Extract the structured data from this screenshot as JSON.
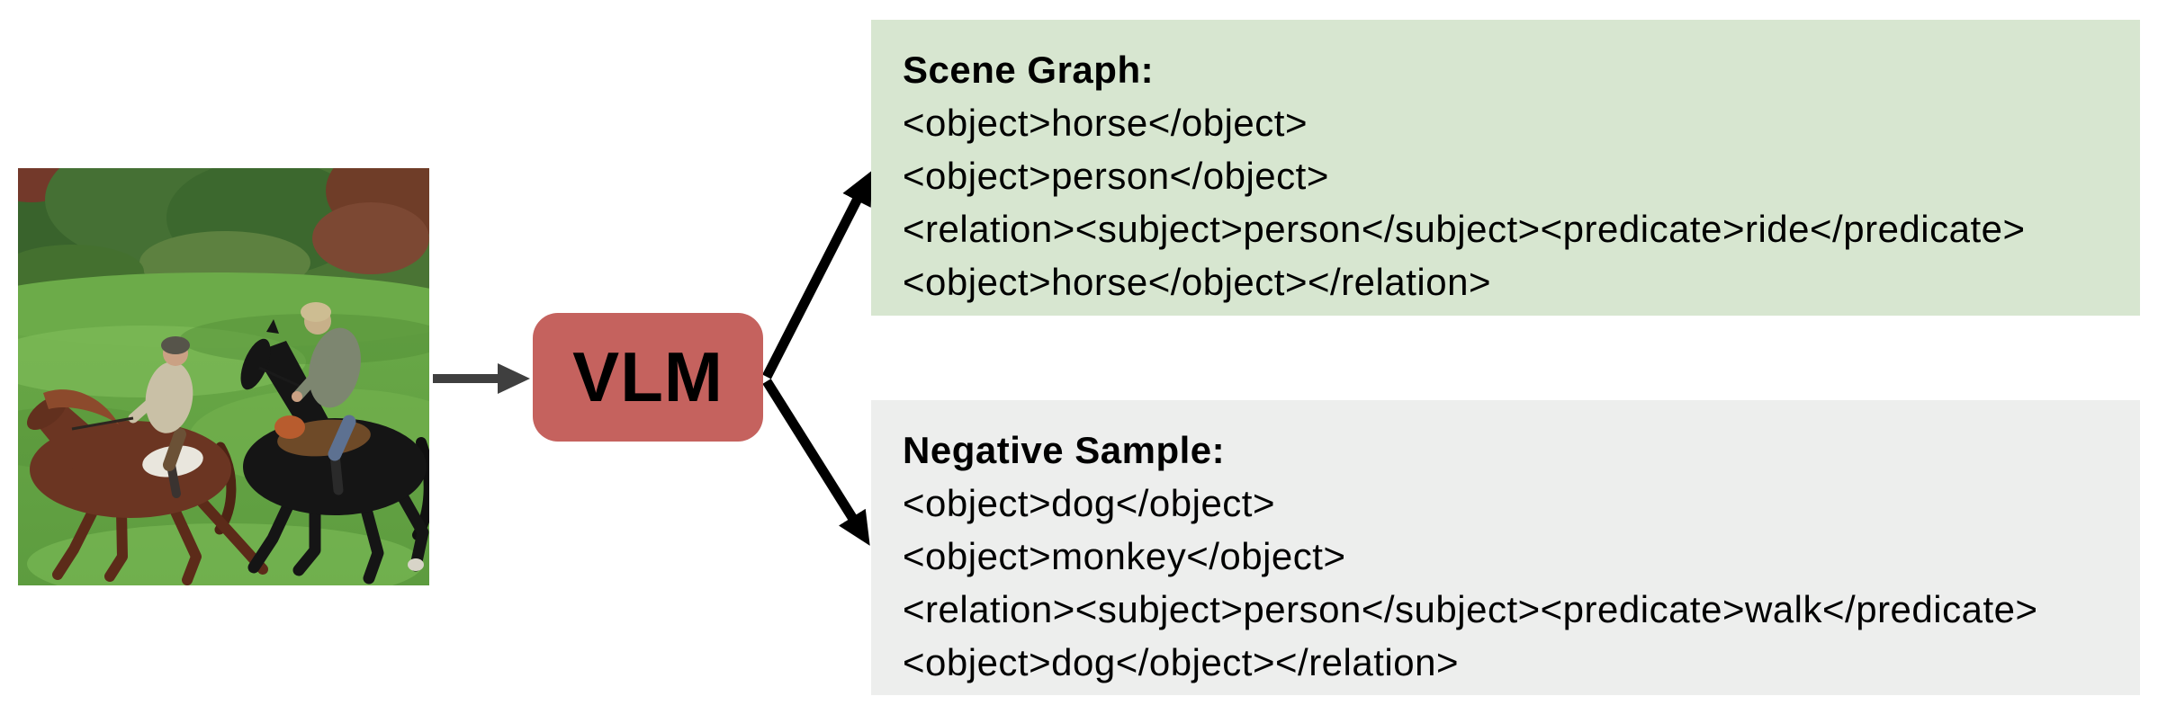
{
  "photo": {
    "alt": "Two people riding horses (a brown horse and a black horse) across a green field with trees behind"
  },
  "vlm": {
    "label": "VLM",
    "bg_color": "#C5625E"
  },
  "scene_graph": {
    "title": "Scene Graph:",
    "bg_color": "#D7E6D0",
    "lines": [
      "<object>horse</object>",
      "<object>person</object>",
      "<relation><subject>person</subject><predicate>ride</predicate>",
      "<object>horse</object></relation>"
    ]
  },
  "negative_sample": {
    "title": "Negative Sample:",
    "bg_color": "#EDEEED",
    "lines": [
      "<object>dog</object>",
      "<object>monkey</object>",
      "<relation><subject>person</subject><predicate>walk</predicate>",
      "<object>dog</object></relation>"
    ]
  },
  "arrows": {
    "input_arrow_color": "#3F3F3F",
    "output_arrow_color": "#000000"
  }
}
